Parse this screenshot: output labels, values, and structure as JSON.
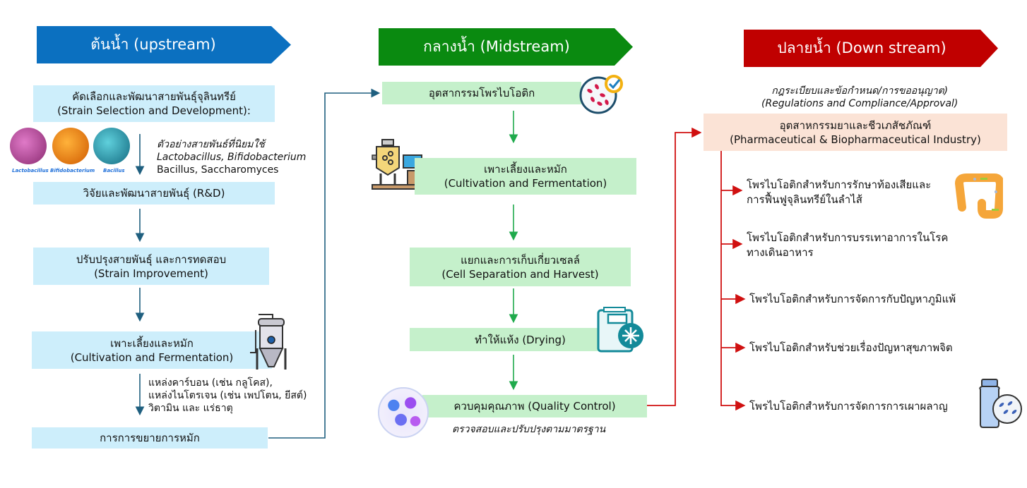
{
  "colors": {
    "upstream": "#0b70c0",
    "midstream": "#0a8a10",
    "downstream": "#c00000",
    "upstream_box": "#cdeefb",
    "midstream_box": "#c5f0cb",
    "downstream_box": "#fbe3d6",
    "upstream_arrow": "#1f5f7f",
    "midstream_arrow": "#1faa4c",
    "downstream_arrow": "#d01010"
  },
  "upstream": {
    "title": "ต้นน้ำ (upstream)",
    "steps": [
      {
        "th": "คัดเลือกและพัฒนาสายพันธุ์จุลินทรีย์",
        "en": "(Strain Selection and Development):"
      },
      {
        "th": "วิจัยและพัฒนาสายพันธุ์ (R&D)",
        "en": ""
      },
      {
        "th": "ปรับปรุงสายพันธุ์ และการทดสอบ",
        "en": "(Strain Improvement)"
      },
      {
        "th": "เพาะเลี้ยงและหมัก",
        "en": "(Cultivation and Fermentation)"
      },
      {
        "th": "การการขยายการหมัก",
        "en": ""
      }
    ],
    "strain_note": {
      "line1": "ตัวอย่างสายพันธ์ที่นิยมใช้",
      "line2": "Lactobacillus, Bifidobacterium",
      "line3": "Bacillus, Saccharomyces"
    },
    "bacteria_captions": [
      "Lactobacillus",
      "Bifidobacterium",
      "Bacillus"
    ],
    "media_note": {
      "line1": "แหล่งคาร์บอน (เช่น กลูโคส),",
      "line2": "แหล่งไนโตรเจน (เช่น เพปโตน, ยีสต์)",
      "line3": "วิตามิน และ แร่ธาตุ"
    }
  },
  "midstream": {
    "title": "กลางน้ำ (Midstream)",
    "steps": [
      {
        "th": "อุตสากรรมโพรไบโอติก",
        "en": ""
      },
      {
        "th": "เพาะเลี้ยงและหมัก",
        "en": "(Cultivation and Fermentation)"
      },
      {
        "th": "แยกและการเก็บเกี่ยวเซลล์",
        "en": "(Cell Separation and Harvest)"
      },
      {
        "th": "ทำให้แห้ง (Drying)",
        "en": ""
      },
      {
        "th": "ควบคุมคุณภาพ   (Quality Control)",
        "en": ""
      }
    ],
    "qc_note": "ตรวจสอบและปรับปรุงตามมาตรฐาน"
  },
  "downstream": {
    "title": "ปลายน้ำ (Down stream)",
    "regulation_note": {
      "line1": "กฎระเบียบและข้อกำหนด/การขออนุญาต)",
      "line2": "(Regulations and Compliance/Approval)"
    },
    "industry": {
      "th": "อุตสาหกรรมยาและชีวเภสัชภัณฑ์",
      "en": "(Pharmaceutical & Biopharmaceutical Industry)"
    },
    "applications": [
      {
        "line1": "โพรไบโอติกสำหรับการรักษาท้องเสียและ",
        "line2": "การฟื้นฟูจุลินทรีย์ในลำไส้"
      },
      {
        "line1": "โพรไบโอติกสำหรับการบรรเทาอาการในโรค",
        "line2": "ทางเดินอาหาร"
      },
      {
        "line1": "โพรไบโอติกสำหรับการจัดการกับปัญหาภูมิแพ้",
        "line2": ""
      },
      {
        "line1": "โพรไบโอติกสำหรับช่วยเรื่องปัญหาสุขภาพจิต",
        "line2": ""
      },
      {
        "line1": "โพรไบโอติกสำหรับการจัดการการเผาผลาญ",
        "line2": ""
      }
    ]
  }
}
